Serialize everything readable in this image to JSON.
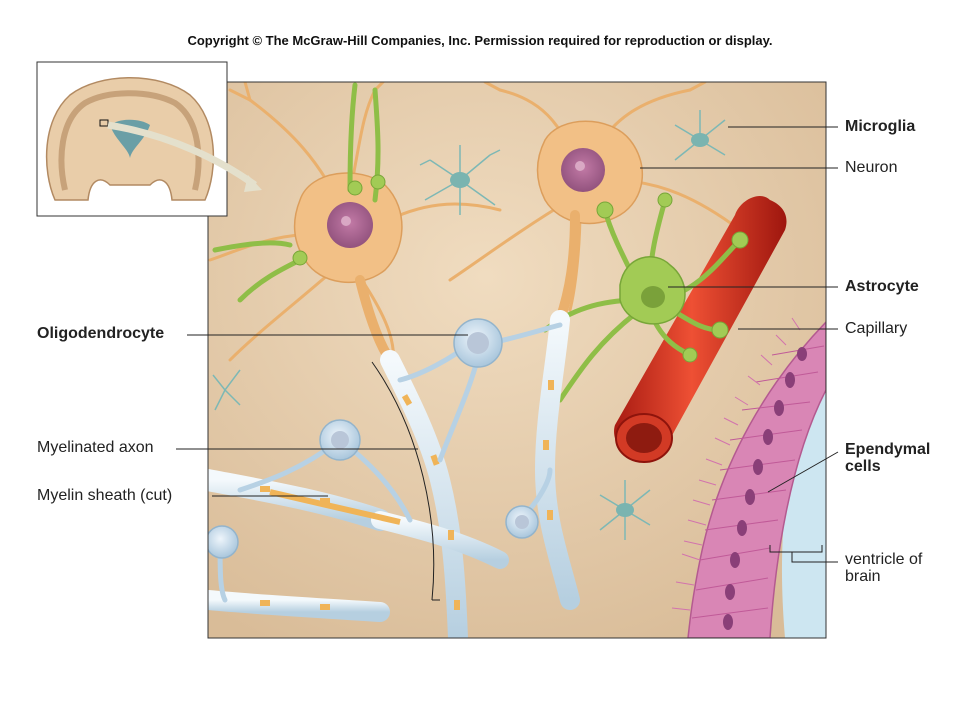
{
  "copyright": "Copyright © The McGraw-Hill Companies, Inc. Permission required for reproduction or display.",
  "labels": {
    "microglia": "Microglia",
    "neuron": "Neuron",
    "astrocyte": "Astrocyte",
    "capillary": "Capillary",
    "oligodendrocyte": "Oligodendrocyte",
    "myelinated_axon": "Myelinated axon",
    "myelin_sheath": "Myelin sheath (cut)",
    "ependymal_1": "Ependymal",
    "ependymal_2": "cells",
    "ventricle_1": "ventricle of",
    "ventricle_2": "brain"
  },
  "colors": {
    "background_tissue": "#e8d2b4",
    "neuron": "#f1bd7a",
    "astrocyte": "#9fc84e",
    "capillary": "#d8341f",
    "myelin": "#cfe2ef",
    "ependymal": "#d77fb0",
    "ventricle": "#cfe7f2",
    "microglia": "#8fc6c4"
  }
}
